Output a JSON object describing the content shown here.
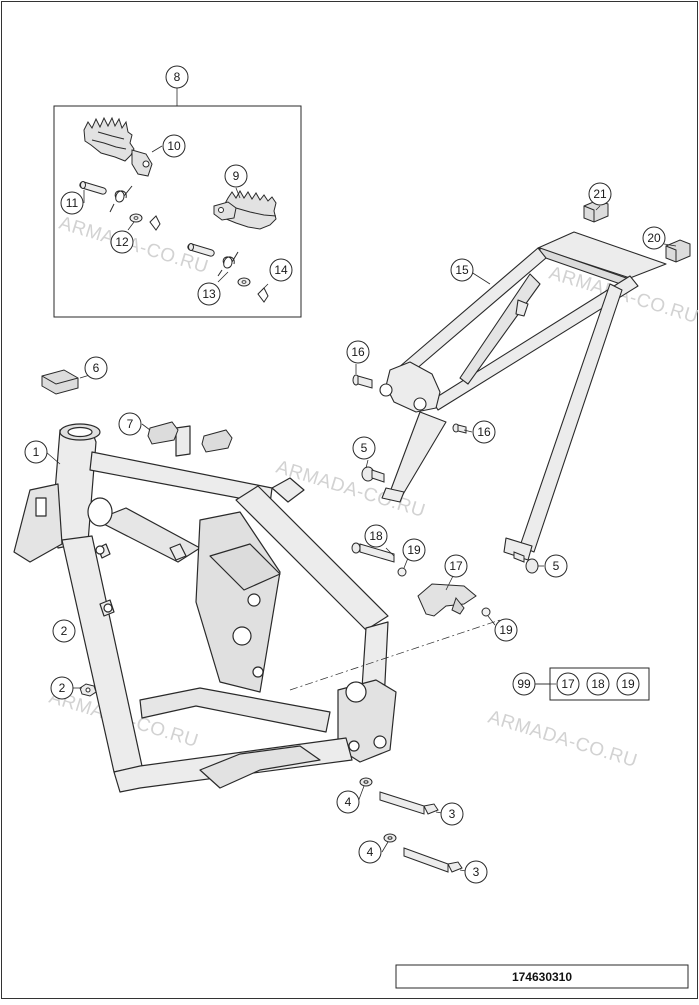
{
  "watermark": {
    "text": "ARMADA-CO.RU",
    "color": "#d2d2d2"
  },
  "document_number": "174630310",
  "kit_group": {
    "kit_label": "99",
    "members": [
      "17",
      "18",
      "19"
    ]
  },
  "callouts": {
    "c1": "1",
    "c2a": "2",
    "c2b": "2",
    "c3a": "3",
    "c3b": "3",
    "c4a": "4",
    "c4b": "4",
    "c5a": "5",
    "c5b": "5",
    "c6": "6",
    "c7": "7",
    "c8": "8",
    "c9": "9",
    "c10": "10",
    "c11": "11",
    "c12": "12",
    "c13": "13",
    "c14": "14",
    "c15": "15",
    "c16a": "16",
    "c16b": "16",
    "c17": "17",
    "c18": "18",
    "c19a": "19",
    "c19b": "19",
    "c20": "20",
    "c21": "21"
  },
  "colors": {
    "line": "#2a2a2a",
    "frame_fill": "#ececec",
    "part_fill": "#e2e2e2",
    "shadow": "#c8c8c8"
  }
}
